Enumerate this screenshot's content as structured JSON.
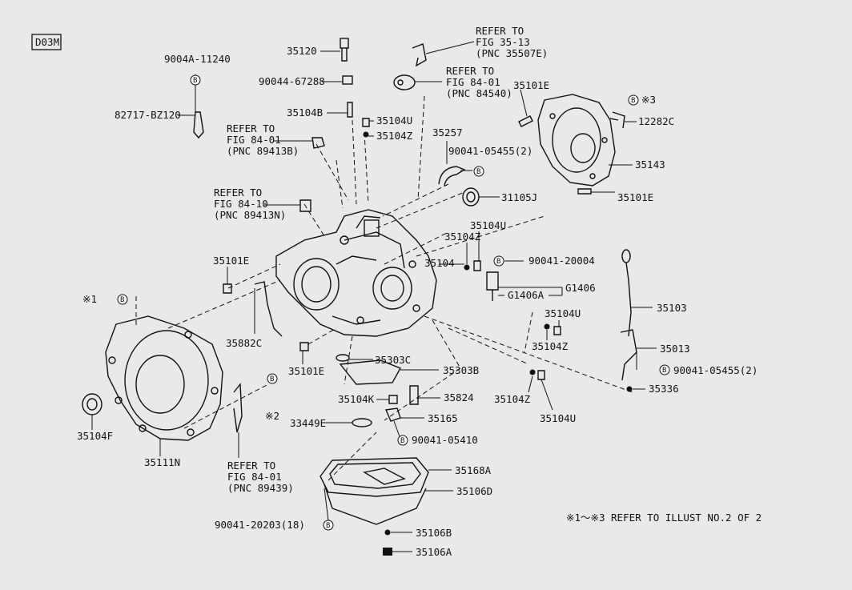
{
  "page_code": "D03M",
  "labels": {
    "l35120": "35120",
    "l90044": "90044-67288",
    "l35104b": "35104B",
    "l9004a": "9004A-11240",
    "l82717": "82717-BZ120",
    "l35104u_top": "35104U",
    "l35104z_top": "35104Z",
    "l35257": "35257",
    "l90041_05455_a": "90041-05455(2)",
    "l31105j": "31105J",
    "l35101e_tr": "35101E",
    "l12282c": "12282C",
    "l35143": "35143",
    "l35101e_tr2": "35101E",
    "l35104u_mid": "35104U",
    "l35104z_mid": "35104Z",
    "l35104": "35104",
    "l90041_20004": "90041-20004",
    "lg1406": "G1406",
    "lg1406a": "G1406A",
    "l35104u_r": "35104U",
    "l35104z_r": "35104Z",
    "l35103": "35103",
    "l35013": "35013",
    "l90041_05455_b": "90041-05455(2)",
    "l35336": "35336",
    "l35101e_l": "35101E",
    "l35882c": "35882C",
    "l35101e_bl": "35101E",
    "l35303c": "35303C",
    "l35303b": "35303B",
    "l35104k": "35104K",
    "l35824": "35824",
    "l35104z_b": "35104Z",
    "l35104u_b": "35104U",
    "l33449e": "33449E",
    "l35165": "35165",
    "l90041_05410": "90041-05410",
    "l35104f": "35104F",
    "l35111n": "35111N",
    "l35168a": "35168A",
    "l35106d": "35106D",
    "l90041_20203": "90041-20203(18)",
    "l35106b": "35106B",
    "l35106a": "35106A",
    "star1": "※1",
    "star2": "※2",
    "star3": "※3",
    "footnote": "※1～※3 REFER TO ILLUST NO.2 OF 2"
  },
  "refers": {
    "r1": [
      "REFER TO",
      "FIG 35-13",
      "(PNC 35507E)"
    ],
    "r2": [
      "REFER TO",
      "FIG 84-01",
      "(PNC 84540)"
    ],
    "r3": [
      "REFER TO",
      "FIG 84-01",
      "(PNC 89413B)"
    ],
    "r4": [
      "REFER TO",
      "FIG 84-10",
      "(PNC 89413N)"
    ],
    "r5": [
      "REFER TO",
      "FIG 84-01",
      "(PNC 89439)"
    ]
  },
  "markers": {
    "b": "B"
  }
}
